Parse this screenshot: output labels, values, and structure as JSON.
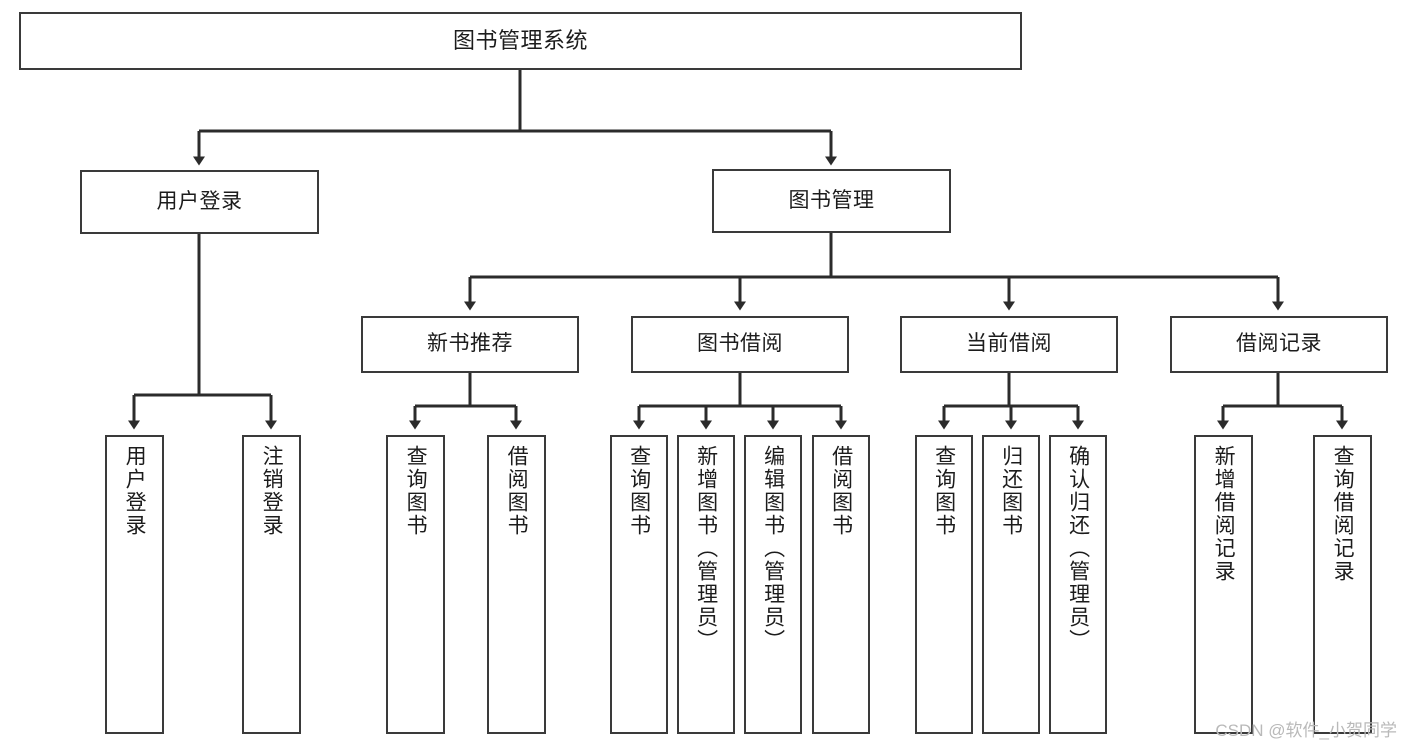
{
  "diagram": {
    "title": "图书管理系统",
    "type": "hierarchy-tree",
    "style": {
      "box_border_color": "#3a3a3a",
      "box_fill": "#ffffff",
      "connector_color": "#2b2b2b",
      "text_color": "#1c1c1c",
      "background": "#ffffff"
    },
    "levels": {
      "root": "图书管理系统",
      "level1": [
        "用户登录",
        "图书管理"
      ],
      "level2": [
        "新书推荐",
        "图书借阅",
        "当前借阅",
        "借阅记录"
      ]
    },
    "nodes": {
      "root": {
        "label": "图书管理系统"
      },
      "user_login": {
        "label": "用户登录"
      },
      "book_manage": {
        "label": "图书管理"
      },
      "new_book_rec": {
        "label": "新书推荐"
      },
      "book_borrow": {
        "label": "图书借阅"
      },
      "current_borrow": {
        "label": "当前借阅"
      },
      "borrow_record": {
        "label": "借阅记录"
      }
    },
    "leaves": {
      "user_login": [
        {
          "label": "用户登录"
        },
        {
          "label": "注销登录"
        }
      ],
      "new_book_rec": [
        {
          "label": "查询图书"
        },
        {
          "label": "借阅图书"
        }
      ],
      "book_borrow": [
        {
          "label": "查询图书"
        },
        {
          "label": "新增图书（管理员）"
        },
        {
          "label": "编辑图书（管理员）"
        },
        {
          "label": "借阅图书"
        }
      ],
      "current_borrow": [
        {
          "label": "查询图书"
        },
        {
          "label": "归还图书"
        },
        {
          "label": "确认归还（管理员）"
        }
      ],
      "borrow_record": [
        {
          "label": "新增借阅记录"
        },
        {
          "label": "查询借阅记录"
        }
      ]
    }
  },
  "watermark": {
    "text": "CSDN @软件_小贺同学"
  }
}
